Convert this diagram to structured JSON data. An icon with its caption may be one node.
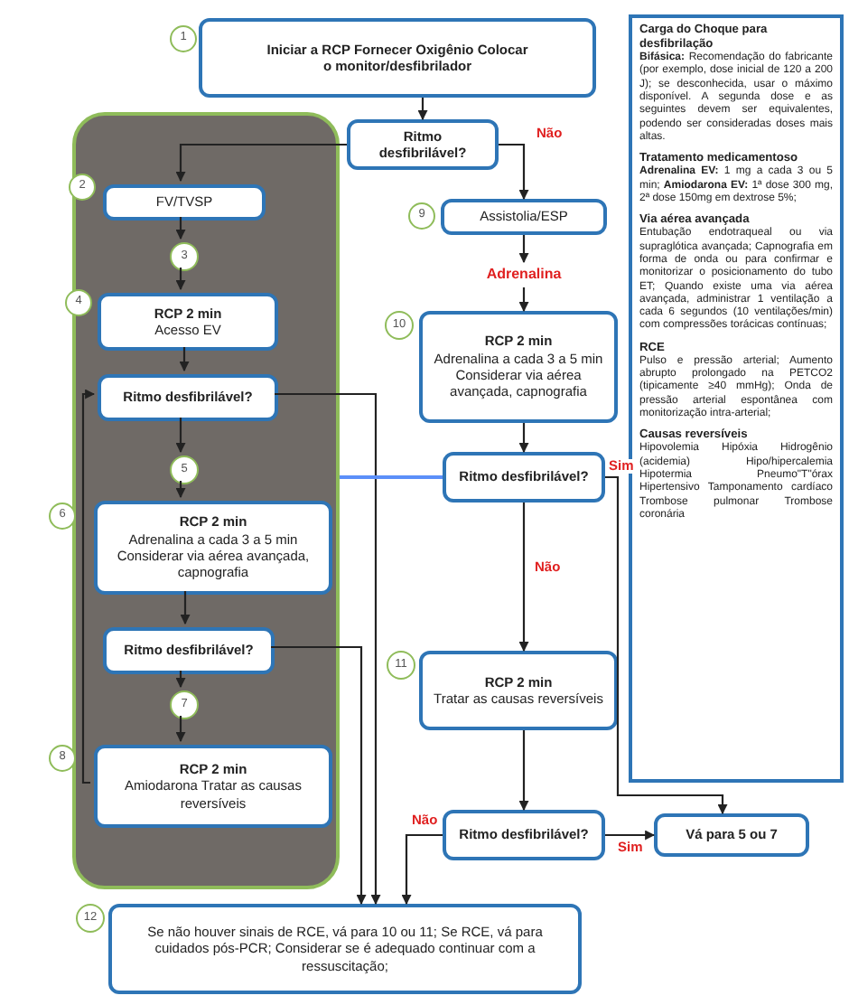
{
  "diagram": {
    "nodes": [
      {
        "text": [
          "1"
        ]
      },
      {
        "text": [
          "Iniciar a RCP Fornecer Oxigênio Colocar o monitor/desfibrilador"
        ]
      },
      {
        "text": [
          "Ritmo desfibrilável?"
        ]
      },
      {
        "text": [],
        "shape": "box"
      },
      {
        "text": [
          "2"
        ]
      },
      {
        "text": [
          "FV/TVSP"
        ],
        "in": 3
      },
      {
        "text": [
          "3"
        ],
        "in": 3
      },
      {
        "text": [
          "4"
        ]
      },
      {
        "text": [
          "RCP 2 min",
          "Acesso EV"
        ],
        "in": 3
      },
      {
        "text": [
          "Ritmo desfibrilável?"
        ],
        "in": 3
      },
      {
        "text": [
          "5"
        ],
        "in": 3
      },
      {
        "text": [
          "6"
        ]
      },
      {
        "text": [
          "RCP 2 min",
          "Adrenalina a cada 3 a 5 min Considerar via aérea avançada, capnografia"
        ],
        "in": 3
      },
      {
        "text": [
          "Ritmo desfibrilável?"
        ],
        "in": 3
      },
      {
        "text": [
          "7"
        ],
        "in": 3
      },
      {
        "text": [
          "8"
        ]
      },
      {
        "text": [
          "RCP 2 min",
          "Amiodarona Tratar as causas reversíveis"
        ],
        "in": 3
      },
      {
        "text": [
          "9"
        ]
      },
      {
        "text": [
          "Assistolia/ESP"
        ]
      },
      {
        "text": [
          "Adrenalina"
        ]
      },
      {
        "text": [
          "10"
        ]
      },
      {
        "text": [
          "RCP 2 min",
          "Adrenalina a cada 3 a 5 min Considerar via aérea avançada, capnografia"
        ]
      },
      {
        "text": [
          "Ritmo desfibrilável?"
        ]
      },
      {
        "text": [
          "11"
        ]
      },
      {
        "text": [
          "RCP 2 min",
          "Tratar as causas reversíveis"
        ]
      },
      {
        "text": [
          "Ritmo desfibrilável?"
        ]
      },
      {
        "text": [
          "Vá para 5 ou 7"
        ]
      },
      {
        "text": [
          "12"
        ]
      },
      {
        "text": [
          "Se não houver sinais de RCE, vá para 10 ou 11; Se RCE, vá para cuidados pós-PCR; Considerar se é adequado continuar com a ressuscitação;"
        ]
      },
      {
        "text": [
          "Carga do Choque para desfibrilação",
          "**Bifásica:** Recomendação do fabricante (por exemplo, dose inicial de 120 a 200 J); se desconhecida, usar o máximo disponível. A segunda dose e as seguintes devem ser equivalentes, podendo ser consideradas doses mais altas.",
          "Tratamento medicamentoso",
          "**Adrenalina EV:** 1 mg a cada 3 ou 5 min; **Amiodarona EV:** 1ª dose 300 mg, 2ª dose 150mg em dextrose 5%;",
          "Via aérea avançada",
          "Entubação endotraqueal ou via supraglótica avançada; Capnografia em forma de onda ou para confirmar e monitorizar o posicionamento do tubo ET; Quando existe uma via aérea avançada, administrar 1 ventilação a cada 6 segundos (10 ventilações/min) com compressões torácicas contínuas;",
          "RCE",
          "Pulso e pressão arterial; Aumento abrupto prolongado na PETCO2 (tipicamente ≥40 mmHg); Onda de pressão arterial espontânea com monitorização intra-arterial;",
          "Causas reversíveis",
          "Hipovolemia Hipóxia Hidrogênio (acidemia) Hipo/hipercalemia Hipotermia Pneumo\"T\"órax Hipertensivo Tamponamento cardíaco Trombose pulmonar Trombose coronária"
        ]
      }
    ],
    "edges": [
      {
        "from": 1,
        "to": 2,
        "arrow": "to"
      },
      {
        "from": 2,
        "to": 5,
        "arrow": "to"
      },
      {
        "from": 2,
        "to": 18,
        "arrow": "to",
        "label": "Não"
      },
      {
        "from": 5,
        "to": 6,
        "arrow": "to"
      },
      {
        "from": 6,
        "to": 8,
        "arrow": "to"
      },
      {
        "from": 8,
        "to": 9,
        "arrow": "to"
      },
      {
        "from": 9,
        "to": 10,
        "arrow": "to"
      },
      {
        "from": 10,
        "to": 12,
        "arrow": "to"
      },
      {
        "from": 12,
        "to": 13,
        "arrow": "to"
      },
      {
        "from": 13,
        "to": 14,
        "arrow": "to"
      },
      {
        "from": 14,
        "to": 16,
        "arrow": "to"
      },
      {
        "from": 16,
        "to": 9,
        "arrow": "to"
      },
      {
        "from": 9,
        "to": 28,
        "arrow": "to"
      },
      {
        "from": 13,
        "to": 28,
        "arrow": "to"
      },
      {
        "from": 18,
        "to": 19,
        "arrow": "to"
      },
      {
        "from": 19,
        "to": 21,
        "arrow": "to"
      },
      {
        "from": 21,
        "to": 22,
        "arrow": "to"
      },
      {
        "from": 22,
        "to": 3,
        "arrow": "none",
        "color": "#5b8ff9"
      },
      {
        "from": 22,
        "to": 26,
        "arrow": "to",
        "label": "Sim"
      },
      {
        "from": 22,
        "to": 24,
        "arrow": "to",
        "label": "Não"
      },
      {
        "from": 24,
        "to": 25,
        "arrow": "to"
      },
      {
        "from": 25,
        "to": 28,
        "arrow": "to",
        "label": "Não"
      },
      {
        "from": 25,
        "to": 26,
        "arrow": "to",
        "label": "Sim"
      }
    ]
  }
}
